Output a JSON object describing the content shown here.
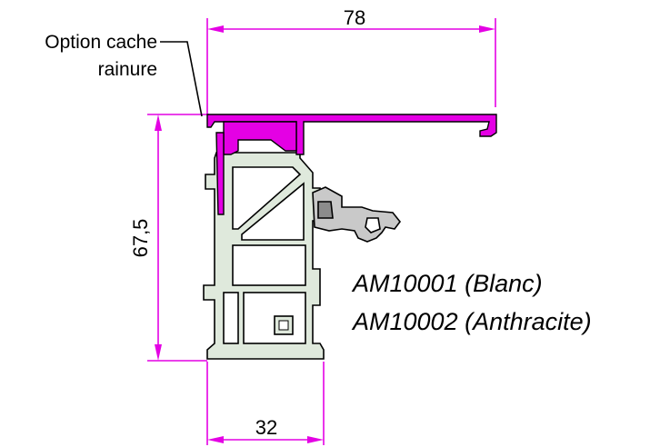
{
  "dimensions": {
    "top_width": "78",
    "height": "67,5",
    "bottom_width": "32"
  },
  "callout": {
    "line1": "Option cache",
    "line2": "rainure"
  },
  "references": {
    "blanc": "AM10001 (Blanc)",
    "anthracite": "AM10002 (Anthracite)"
  },
  "colors": {
    "dimension_line": "#e400e4",
    "cover_profile": "#e400e4",
    "frame_fill": "#dfe9dc",
    "outline": "#000000"
  }
}
